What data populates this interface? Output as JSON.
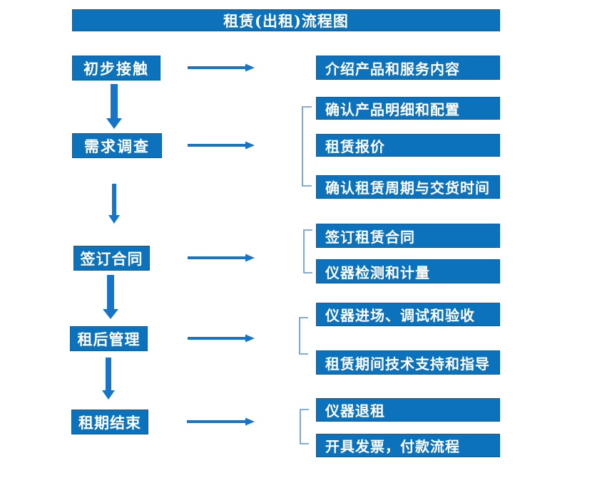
{
  "title": "租赁(出租)流程图",
  "colors": {
    "primary": "#0d72bc",
    "primary-border": "#0a5c9e",
    "arrow": "#1874c6",
    "bracket": "#5a95ce",
    "box-text": "#ffffff",
    "background": "#ffffff"
  },
  "steps": [
    {
      "label": "初步接触",
      "details": [
        "介绍产品和服务内容"
      ]
    },
    {
      "label": "需求调查",
      "details": [
        "确认产品明细和配置",
        "租赁报价",
        "确认租赁周期与交货时间"
      ]
    },
    {
      "label": "签订合同",
      "details": [
        "签订租赁合同",
        "仪器检测和计量"
      ]
    },
    {
      "label": "租后管理",
      "details": [
        "仪器进场、调试和验收",
        "租赁期间技术支持和指导"
      ]
    },
    {
      "label": "租期结束",
      "details": [
        "仪器退租",
        "开具发票，付款流程"
      ]
    }
  ]
}
